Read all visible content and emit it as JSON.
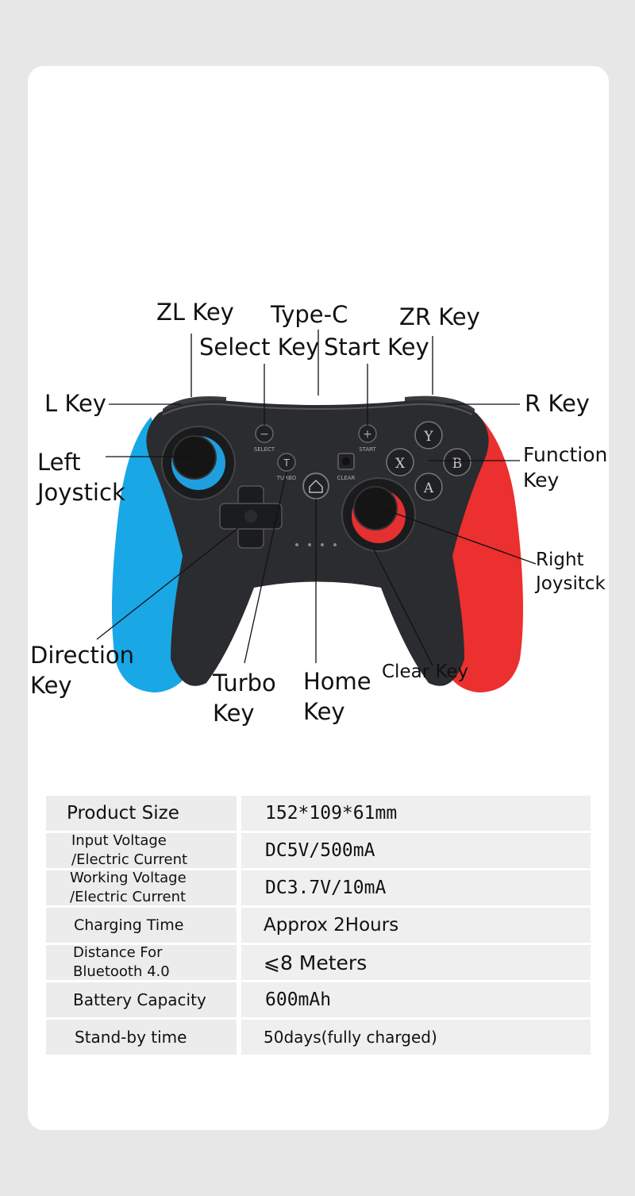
{
  "colors": {
    "page_bg": "#e7e7e7",
    "card_bg": "#ffffff",
    "body": "#2b2c2f",
    "left_grip": "#19a7e6",
    "right_grip": "#ec2f2f",
    "table_key_bg": "#ececec",
    "table_value_bg": "#efefef"
  },
  "callouts": {
    "zl_key": "ZL Key",
    "type_c": "Type-C",
    "zr_key": "ZR Key",
    "select_key": "Select Key",
    "start_key": "Start Key",
    "l_key": "L Key",
    "r_key": "R Key",
    "left_joystick": "Left\nJoystick",
    "function_key": "Function\nKey",
    "right_joystick": "Right\nJoysitck",
    "direction_key": "Direction\nKey",
    "turbo_key": "Turbo\nKey",
    "home_key": "Home\nKey",
    "clear_key": "Clear Key"
  },
  "controller_markings": {
    "select": "SELECT",
    "start": "START",
    "turbo": "TURBO",
    "clear": "CLEAR",
    "button_y": "Y",
    "button_x": "X",
    "button_b": "B",
    "button_a": "A",
    "minus": "−",
    "plus": "+",
    "turbo_t": "T"
  },
  "specs": [
    {
      "label": "Product Size",
      "value": "152*109*61mm"
    },
    {
      "label": "Input Voltage\n/Electric Current",
      "value": "DC5V/500mA"
    },
    {
      "label": "Working Voltage\n/Electric Current",
      "value": "DC3.7V/10mA"
    },
    {
      "label": "Charging Time",
      "value": "Approx 2Hours"
    },
    {
      "label": "Distance For\nBluetooth 4.0",
      "value": "⩽8 Meters"
    },
    {
      "label": "Battery Capacity",
      "value": "600mAh"
    },
    {
      "label": "Stand-by time",
      "value": "50days(fully charged)"
    }
  ]
}
